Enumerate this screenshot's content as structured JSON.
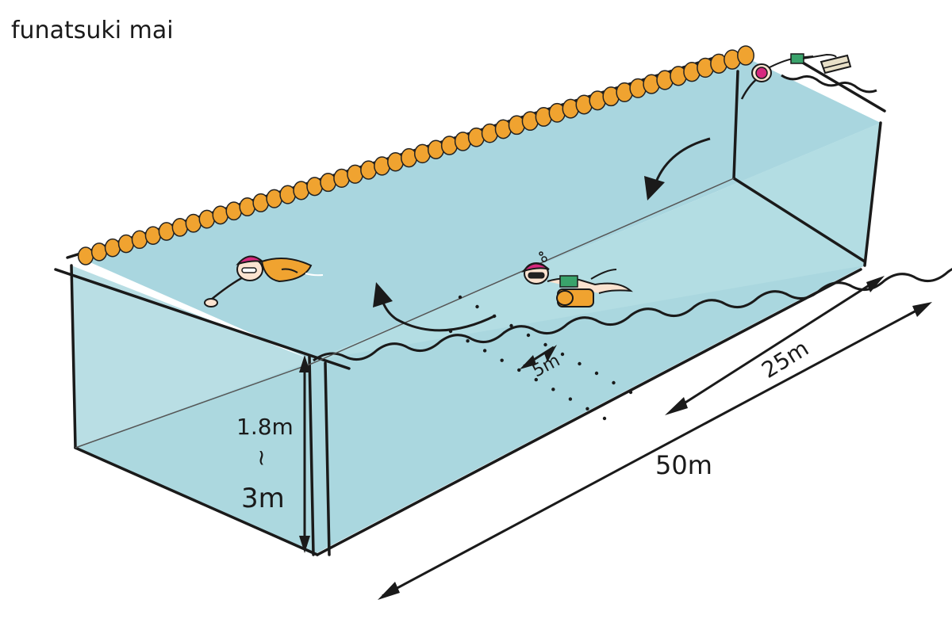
{
  "signature": "funatsuki mai",
  "labels": {
    "depth_top": "1.8m",
    "depth_tilde": "~",
    "depth_bottom": "3m",
    "interval": "5m",
    "half_length": "25m",
    "full_length": "50m"
  },
  "colors": {
    "water_surface": "#a9d6df",
    "water_side": "#b3dde3",
    "water_back": "#c4e6ea",
    "float": "#f0a330",
    "float_outline": "#222222",
    "cap": "#d6287e",
    "float_board": "#f0a330",
    "outline": "#1a1a1a"
  },
  "icons": {
    "lane_rope": "lane-rope-floats",
    "swimmer_kickboard": "swimmer-with-kickboard",
    "swimmer_underwater": "swimmer-underwater-with-float",
    "swimmer_diving": "swimmer-diving-from-block",
    "starting_block": "starting-block",
    "turn_arrow": "curved-arrow"
  }
}
